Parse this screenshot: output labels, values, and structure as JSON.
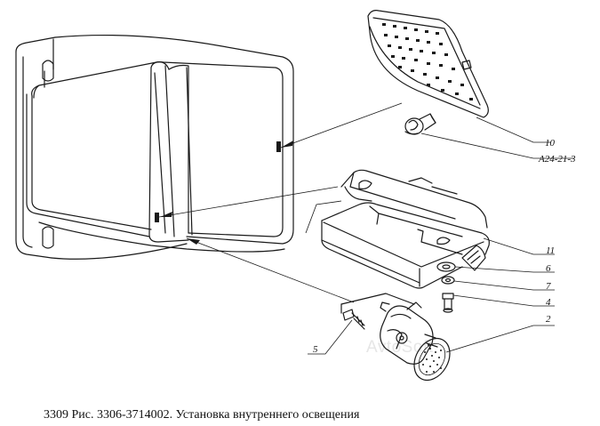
{
  "caption": "3309 Рис. 3306-3714002. Установка внутреннего освещения",
  "watermark": "AvtoSoft",
  "callouts": [
    {
      "id": "10",
      "text": "10"
    },
    {
      "id": "a24",
      "text": "А24-21-3"
    },
    {
      "id": "11",
      "text": "11"
    },
    {
      "id": "6",
      "text": "6"
    },
    {
      "id": "7",
      "text": "7"
    },
    {
      "id": "4",
      "text": "4"
    },
    {
      "id": "2",
      "text": "2"
    },
    {
      "id": "5",
      "text": "5"
    }
  ]
}
